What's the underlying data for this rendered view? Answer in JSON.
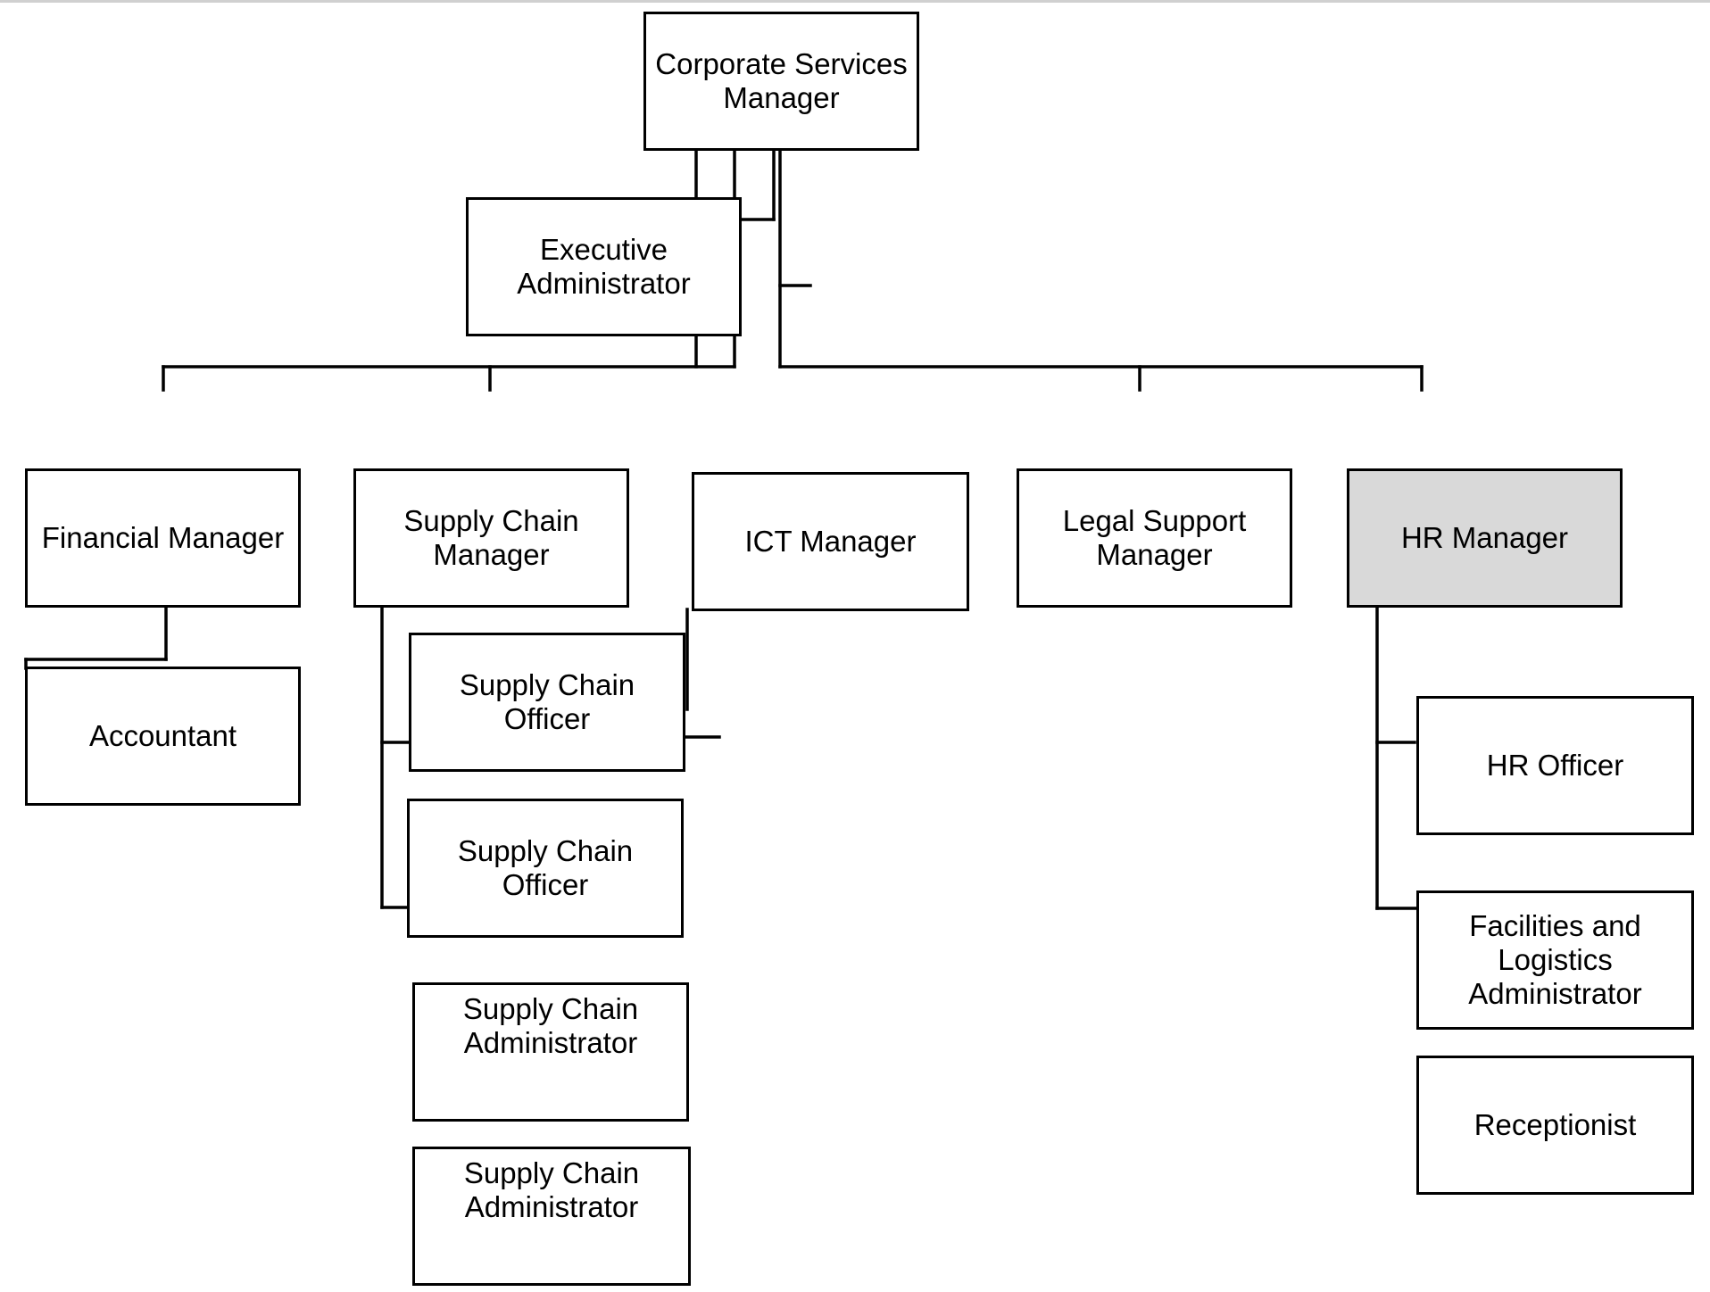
{
  "chart": {
    "boxes": {
      "corporate_services_manager": "Corporate Services Manager",
      "executive_administrator": "Executive Administrator",
      "financial_manager": "Financial Manager",
      "supply_chain_manager": "Supply Chain Manager",
      "ict_manager": "ICT Manager",
      "legal_support_manager": "Legal Support Manager",
      "hr_manager": "HR Manager",
      "accountant": "Accountant",
      "supply_chain_officer_1": "Supply Chain Officer",
      "supply_chain_officer_2": "Supply Chain Officer",
      "supply_chain_administrator_1": "Supply Chain Administrator",
      "supply_chain_administrator_2": "Supply Chain Administrator",
      "hr_officer": "HR Officer",
      "facilities_logistics_administrator": "Facilities and Logistics Administrator",
      "receptionist": "Receptionist"
    },
    "colors": {
      "line": "#000000",
      "highlight_fill": "#d9d9d9"
    }
  }
}
